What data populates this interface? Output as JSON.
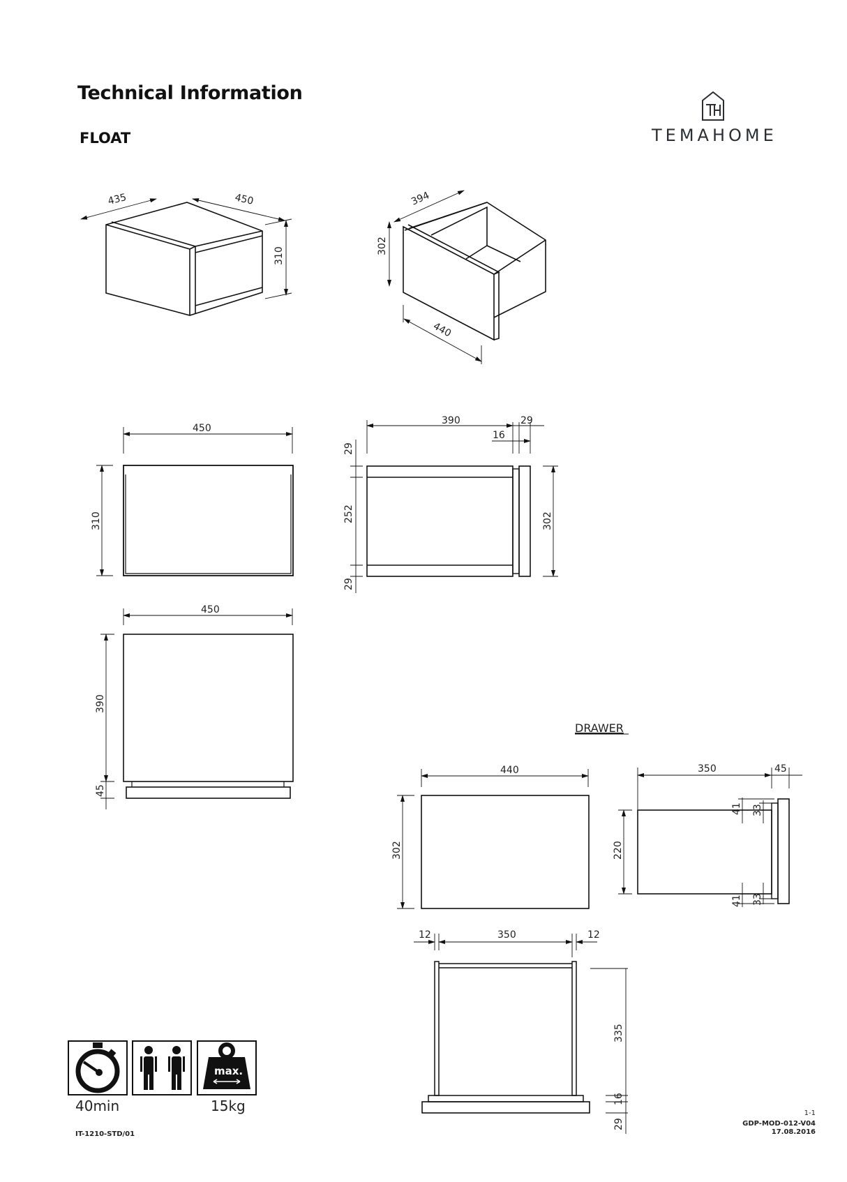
{
  "header": {
    "title": "Technical Information",
    "product": "FLOAT",
    "brand": "TEMAHOME",
    "logo_icon": "house-TH-logo-icon"
  },
  "views": {
    "cabinet_iso": {
      "width": "435",
      "depth": "450",
      "height": "310"
    },
    "drawer_iso": {
      "depth": "394",
      "height": "302",
      "width": "440"
    },
    "cabinet_front": {
      "width": "450",
      "height": "310"
    },
    "cabinet_side": {
      "depth": "390",
      "front_offset": "16",
      "front_thickness": "29",
      "top_panel": "29",
      "inner_height": "252",
      "bottom_panel": "29",
      "front_height": "302"
    },
    "cabinet_top": {
      "width": "450",
      "depth": "390",
      "base": "45"
    }
  },
  "drawer": {
    "label": "DRAWER",
    "front": {
      "width": "440",
      "height": "302"
    },
    "side": {
      "depth": "350",
      "front": "45",
      "height": "220",
      "top_gap_a": "41",
      "top_gap_b": "33",
      "bottom_gap_a": "41",
      "bottom_gap_b": "33"
    },
    "top": {
      "left_panel": "12",
      "inner_width": "350",
      "right_panel": "12",
      "depth": "335",
      "back": "16",
      "front": "29"
    }
  },
  "assembly": {
    "time_icon": "stopwatch-icon",
    "time": "40min",
    "people_icon": "two-persons-icon",
    "weight_icon": "max-weight-icon",
    "weight_icon_text": "max.",
    "max_load": "15kg"
  },
  "footer": {
    "doc_code": "IT-1210-STD/01",
    "page": "1-1",
    "form_code": "GDP-MOD-012-V04",
    "date": "17.08.2016"
  }
}
